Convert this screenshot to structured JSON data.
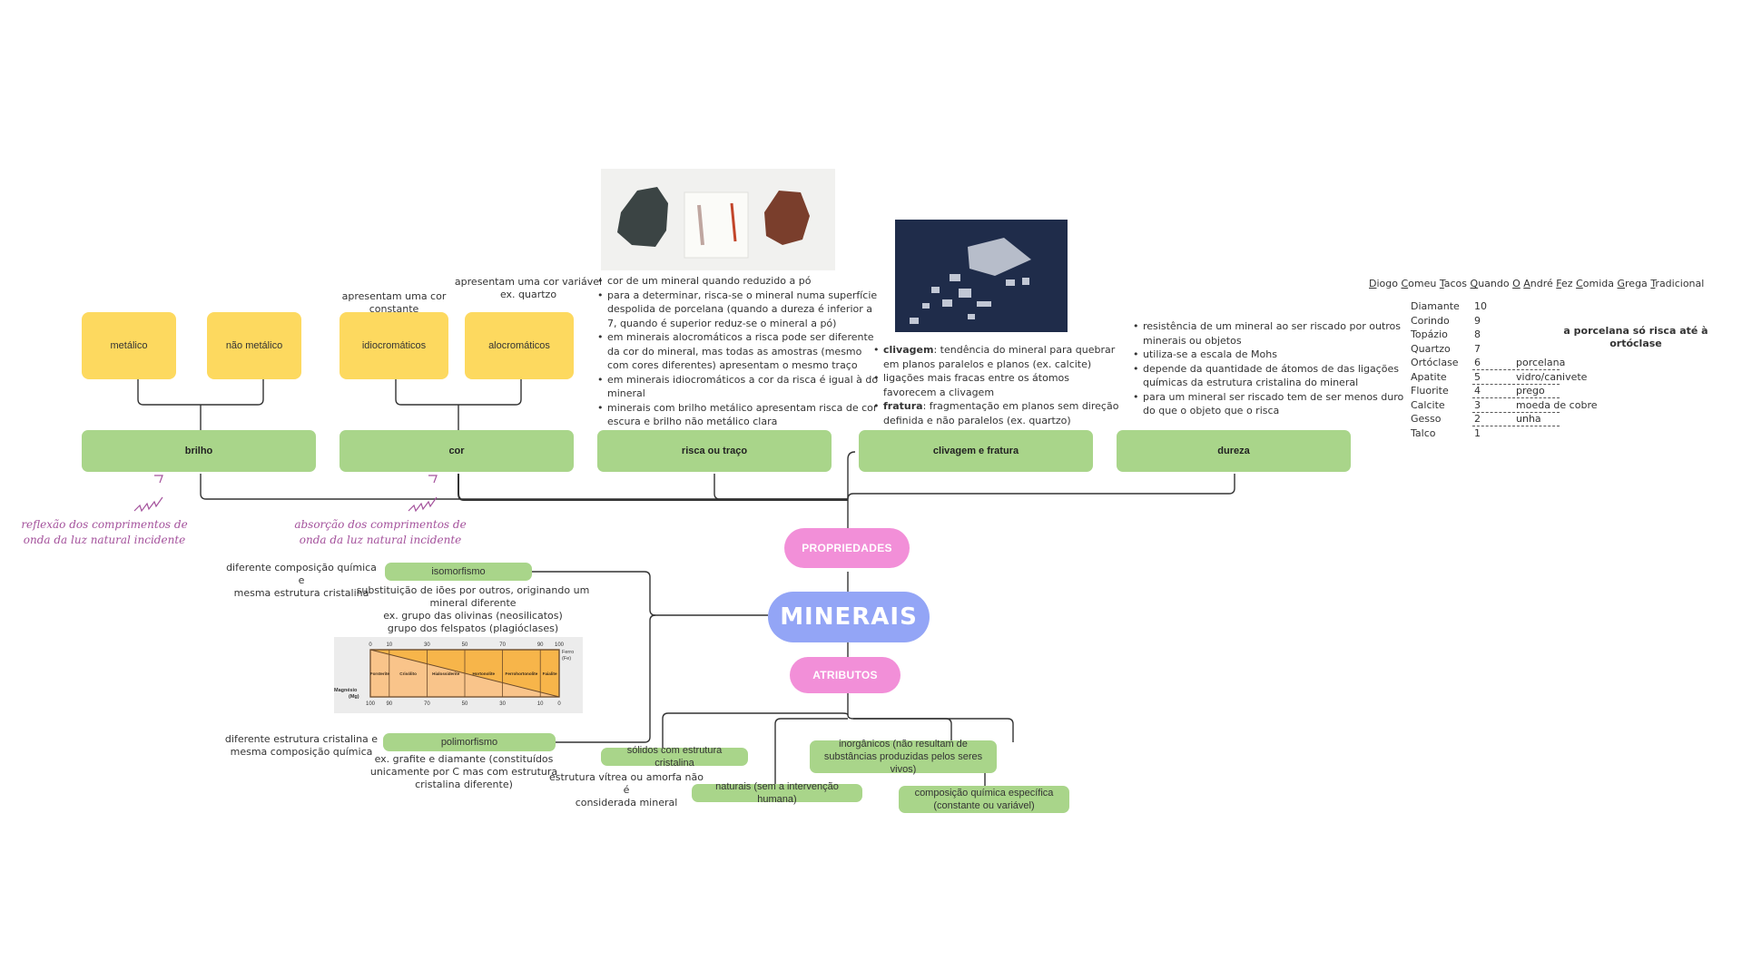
{
  "center": {
    "title": "MINERAIS"
  },
  "branches": {
    "properties": "PROPRIEDADES",
    "attributes": "ATRIBUTOS"
  },
  "properties": {
    "items": [
      "brilho",
      "cor",
      "risca ou traço",
      "clivagem e fratura",
      "dureza"
    ],
    "brilho": {
      "children": [
        "metálico",
        "não metálico"
      ],
      "annotation": [
        "reflexão dos comprimentos de",
        "onda da luz natural incidente"
      ]
    },
    "cor": {
      "children": [
        "idiocromáticos",
        "alocromáticos"
      ],
      "idio_note": "apresentam uma cor constante",
      "alo_note": [
        "apresentam uma cor variável",
        "ex. quartzo"
      ],
      "annotation": [
        "absorção dos comprimentos de",
        "onda da luz natural incidente"
      ]
    },
    "risca": {
      "bullets": [
        "cor de um mineral quando reduzido a pó",
        "para a determinar, risca-se o mineral numa superfície despolida de porcelana (quando a dureza é inferior a 7, quando é superior reduz-se o mineral a pó)",
        "em minerais alocromáticos a risca pode ser diferente da cor do mineral, mas todas as amostras (mesmo com cores diferentes) apresentam o mesmo traço",
        "em minerais idiocromáticos a cor da risca é igual à do mineral",
        "minerais com brilho metálico apresentam risca de cor escura e brilho não metálico clara"
      ],
      "image": "streak-test-photo"
    },
    "clivagem": {
      "bullets": [
        {
          "bold": "clivagem",
          "text": ": tendência do mineral para quebrar em planos paralelos e planos (ex. calcite)"
        },
        {
          "bold": "",
          "text": "ligações mais fracas entre os átomos favorecem a clivagem"
        },
        {
          "bold": "fratura",
          "text": ": fragmentação em planos sem direção definida e não paralelos (ex. quartzo)"
        }
      ],
      "image": "cleavage-crystal-photo"
    },
    "dureza": {
      "bullets": [
        "resistência de um mineral ao ser riscado por outros minerais ou objetos",
        "utiliza-se a escala de Mohs",
        "depende da quantidade de átomos de das ligações químicas da estrutura cristalina do mineral",
        "para um mineral ser riscado tem de ser menos duro do que o objeto que o risca"
      ],
      "mnemonic": [
        "Diogo",
        "Comeu",
        "Tacos",
        "Quando",
        "O",
        "André",
        "Fez",
        "Comida",
        "Grega",
        "Tradicional"
      ],
      "mohs": [
        {
          "mineral": "Diamante",
          "value": "10",
          "object": ""
        },
        {
          "mineral": "Corindo",
          "value": "9",
          "object": ""
        },
        {
          "mineral": "Topázio",
          "value": "8",
          "object": ""
        },
        {
          "mineral": "Quartzo",
          "value": "7",
          "object": ""
        },
        {
          "mineral": "Ortóclase",
          "value": "6",
          "object": "porcelana"
        },
        {
          "mineral": "Apatite",
          "value": "5",
          "object": "vidro/canivete"
        },
        {
          "mineral": "Fluorite",
          "value": "4",
          "object": "prego"
        },
        {
          "mineral": "Calcite",
          "value": "3",
          "object": "moeda de cobre"
        },
        {
          "mineral": "Gesso",
          "value": "2",
          "object": "unha"
        },
        {
          "mineral": "Talco",
          "value": "1",
          "object": ""
        }
      ],
      "porcelain_note": [
        "a porcelana só risca até à",
        "ortóclase"
      ]
    }
  },
  "left": {
    "isomorfismo": {
      "label": "isomorfismo",
      "definition": [
        "diferente composição química e",
        "mesma estrutura cristalina"
      ],
      "detail": [
        "substituição de iões por outros, originando um",
        "mineral diferente",
        "ex. grupo das olivinas (neosilicatos)",
        "grupo dos felspatos (plagióclases)"
      ]
    },
    "polimorfismo": {
      "label": "polimorfismo",
      "definition": [
        "diferente estrutura cristalina e",
        "mesma composição química"
      ],
      "detail": [
        "ex. grafite e diamante (constituídos",
        "unicamente por C mas com estrutura",
        "cristalina diferente)"
      ]
    }
  },
  "chart_data": {
    "type": "table",
    "title": "Olivine series (Forsterite–Fayalite)",
    "top_axis_label": "Ferro (Fe)",
    "bottom_axis_label": "Magnésio (Mg)",
    "top_ticks": [
      "0",
      "10",
      "30",
      "50",
      "70",
      "90",
      "100"
    ],
    "bottom_ticks": [
      "100",
      "90",
      "70",
      "50",
      "30",
      "10",
      "0"
    ],
    "categories": [
      "Forsterite",
      "Crisólito",
      "Hialossiderite",
      "Hortonolite",
      "Ferrohortonolite",
      "Faialite"
    ],
    "fe_ranges": [
      [
        0,
        10
      ],
      [
        10,
        30
      ],
      [
        30,
        50
      ],
      [
        50,
        70
      ],
      [
        70,
        90
      ],
      [
        90,
        100
      ]
    ],
    "colors": {
      "mg": "#f9c48a",
      "fe": "#f7b54a"
    }
  },
  "attributes": {
    "items": [
      "sólidos com estrutura cristalina",
      "naturais (sem a intervenção humana)",
      "inorgânicos (não resultam de substâncias produzidas pelos seres vivos)",
      "composição química específica (constante ou variável)"
    ],
    "solid_note": [
      "estrutura vítrea ou amorfa não é",
      "considerada mineral"
    ]
  },
  "colors": {
    "yellow": "#fdd95f",
    "green": "#a9d58a",
    "pink": "#f28fd8",
    "blue": "#93a5f6",
    "annotation": "#a4529c"
  }
}
